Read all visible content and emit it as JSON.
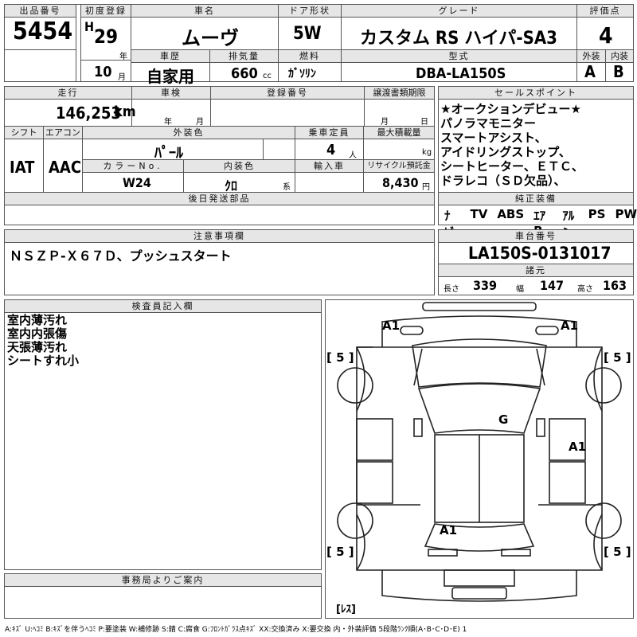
{
  "header": {
    "lot_label": "出品番号",
    "lot": "5454",
    "first_reg_label": "初度登録",
    "era": "H",
    "year": "29",
    "year_unit": "年",
    "month": "10",
    "month_unit": "月",
    "car_name_label": "車名",
    "car_name": "ムーヴ",
    "door_label": "ドア形状",
    "door": "5W",
    "grade_label": "グレード",
    "grade": "カスタム RS ハイパ-SA3",
    "score_label": "評価点",
    "score": "4",
    "history_label": "車歴",
    "history": "自家用",
    "displacement_label": "排気量",
    "displacement": "660",
    "displacement_unit": "cc",
    "fuel_label": "燃料",
    "fuel": "ｶﾞｿﾘﾝ",
    "model_label": "型式",
    "model": "DBA-LA150S",
    "exterior_label": "外装",
    "exterior": "A",
    "interior_label": "内装",
    "interior": "B"
  },
  "specs": {
    "mileage_label": "走行",
    "mileage": "146,253",
    "mileage_unit": "km",
    "inspection_label": "車検",
    "insp_year_unit": "年",
    "insp_month_unit": "月",
    "plate_label": "登録番号",
    "transfer_label": "譲渡書類期限",
    "transfer_month_unit": "月",
    "transfer_day_unit": "日",
    "shift_label": "シフト",
    "shift": "IAT",
    "ac_label": "エアコン",
    "ac": "AAC",
    "color_label": "外装色",
    "color": "ﾊﾟｰﾙ",
    "capacity_label": "乗車定員",
    "capacity": "4",
    "capacity_unit": "人",
    "load_label": "最大積載量",
    "load_unit": "kg",
    "color_no_label": "カラーNo.",
    "color_no": "W24",
    "int_color_label": "内装色",
    "int_color": "ｸﾛ",
    "int_color_unit": "系",
    "import_label": "輸入車",
    "recycle_label": "リサイクル預託金",
    "recycle": "8,430",
    "recycle_unit": "円",
    "later_parts_label": "後日発送部品"
  },
  "sales_points": {
    "label": "セールスポイント",
    "lines": [
      "★オークションデビュー★",
      "パノラマモニター",
      "スマートアシスト、",
      "アイドリングストップ、",
      "シートヒーター、ＥＴＣ、",
      "ドラレコ（ＳＤ欠品）、"
    ]
  },
  "equipment": {
    "label": "純正装備",
    "items": [
      "ﾅﾋﾞ",
      "TV",
      "ABS",
      "ｴｱB",
      "ｱﾙﾐ",
      "PS",
      "PW"
    ]
  },
  "notes": {
    "label": "注意事項欄",
    "text": "ＮＳＺＰ-Ｘ６７Ｄ、プッシュスタート"
  },
  "chassis": {
    "label": "車台番号",
    "number": "LA150S-0131017"
  },
  "dims": {
    "label": "諸元",
    "length_label": "長さ",
    "length": "339",
    "width_label": "幅",
    "width": "147",
    "height_label": "高さ",
    "height": "163"
  },
  "inspector": {
    "label": "検査員記入欄",
    "lines": [
      "室内薄汚れ",
      "室内内張傷",
      "天張薄汚れ",
      "シートすれ小"
    ]
  },
  "office": {
    "label": "事務局よりご案内"
  },
  "diagram": {
    "marks": {
      "a1_fl": "A1",
      "a1_fr": "A1",
      "g_windshield": "G",
      "a1_rdoor": "A1",
      "a1_rear": "A1"
    },
    "tire_tl": "[ 5 ]",
    "tire_tr": "[ 5 ]",
    "tire_bl": "[ 5 ]",
    "tire_br": "[ 5 ]",
    "spare": "[ﾚｽ]"
  },
  "legend": "A:ｷｽﾞ U:ﾍｺﾐ B:ｷｽﾞを伴うﾍｺﾐ P:要塗装 W:補修跡 S:錆 C:腐食 G:ﾌﾛﾝﾄｶﾞﾗｽ点ｷｽﾞ XX:交換済み X:要交換 内・外装評価 5段階ﾗﾝｸ順(A･B･C･D･E) 1"
}
